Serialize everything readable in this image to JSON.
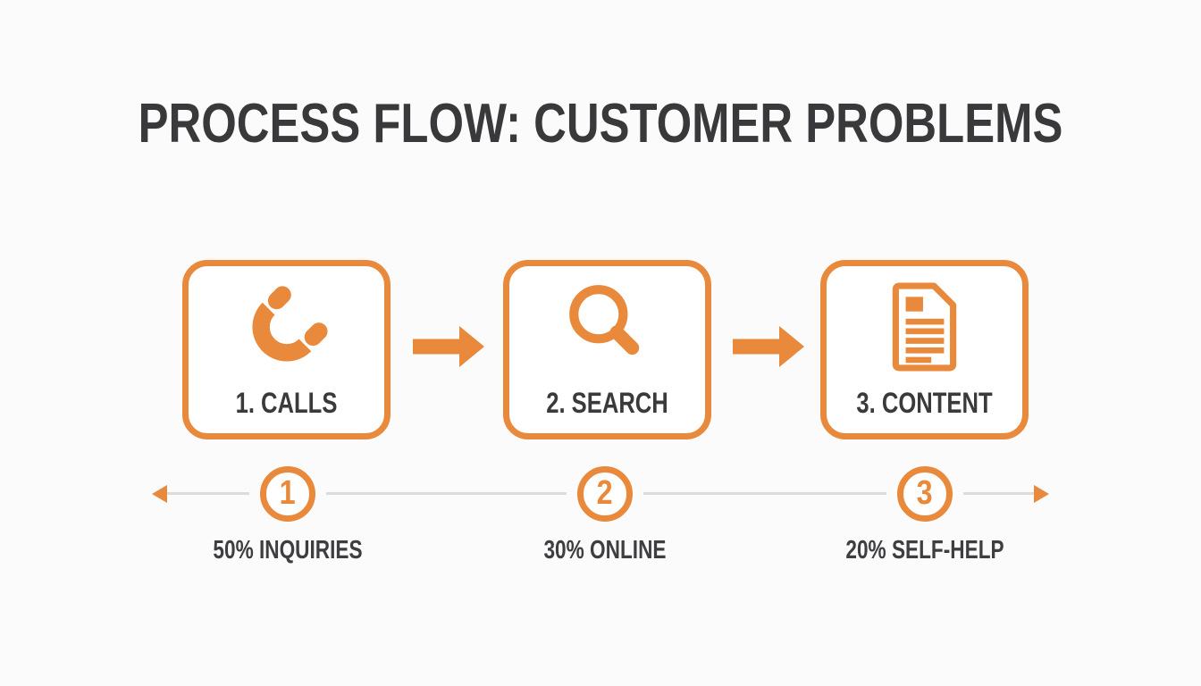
{
  "title": "PROCESS FLOW: CUSTOMER PROBLEMS",
  "steps": [
    {
      "label": "1. CALLS",
      "icon": "phone-icon"
    },
    {
      "label": "2. SEARCH",
      "icon": "search-icon"
    },
    {
      "label": "3. CONTENT",
      "icon": "document-icon"
    }
  ],
  "timeline": {
    "markers": [
      {
        "number": "1",
        "label": "50% INQUIRIES"
      },
      {
        "number": "2",
        "label": "30% ONLINE"
      },
      {
        "number": "3",
        "label": "20% SELF-HELP"
      }
    ]
  },
  "colors": {
    "accent_orange": "#E8893C",
    "text_dark": "#3A3A3C",
    "timeline_gray": "#DCDCDC",
    "background": "#FBFBFB",
    "box_fill": "#FFFFFF"
  }
}
